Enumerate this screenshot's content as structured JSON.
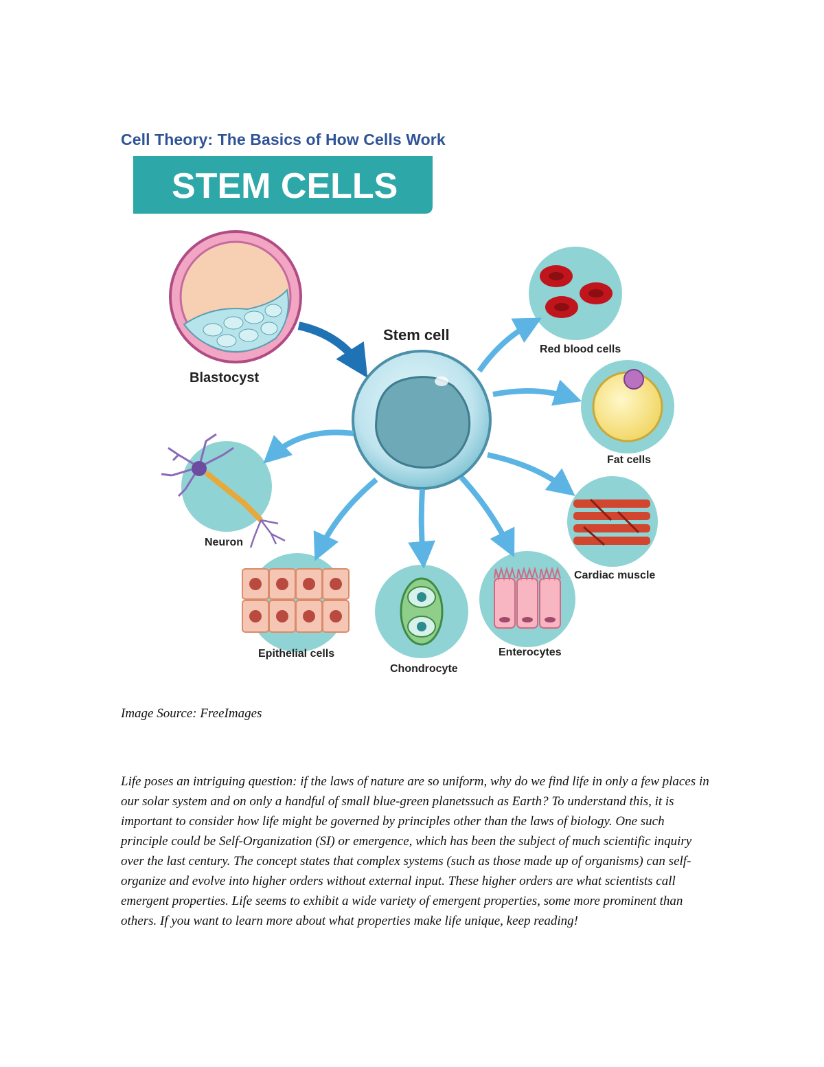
{
  "document": {
    "title": "Cell Theory: The Basics of How Cells Work",
    "caption": "Image Source: FreeImages",
    "paragraph": "Life poses an intriguing question: if the laws of nature are so uniform, why do we find life in only a few places in our solar system and on only a handful of small blue-green planetssuch as Earth? To understand this, it is important to consider how life might be governed by principles other than the laws of biology. One such principle could be Self-Organization (SI) or emergence, which has been the subject of much scientific inquiry over the last century. The concept states that complex systems (such as those made up of organisms) can self-organize and evolve into higher orders without external input. These higher orders are what scientists call emergent properties. Life seems to exhibit a wide variety of emergent properties, some more prominent than others. If you want to learn more about what properties make life unique, keep reading!"
  },
  "figure": {
    "banner": "STEM CELLS",
    "center_label": "Stem cell",
    "source_label": "Blastocyst",
    "cell_types": {
      "red_blood": "Red blood cells",
      "fat": "Fat cells",
      "cardiac": "Cardiac muscle",
      "enterocytes": "Enterocytes",
      "chondrocyte": "Chondrocyte",
      "epithelial": "Epithelial cells",
      "neuron": "Neuron"
    },
    "colors": {
      "banner": "#2ea7a8",
      "banner_text": "#ffffff",
      "title": "#2f5496",
      "circle_bg": "#8fd3d4",
      "arrow": "#5bb4e3",
      "arrow_dark": "#1f73b5"
    }
  }
}
